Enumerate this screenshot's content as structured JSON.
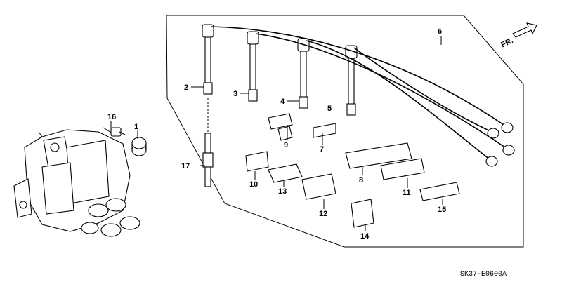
{
  "callouts": {
    "c1": "1",
    "c2": "2",
    "c3": "3",
    "c4": "4",
    "c5": "5",
    "c6": "6",
    "c7": "7",
    "c8": "8",
    "c9": "9",
    "c10": "10",
    "c11": "11",
    "c12": "12",
    "c13": "13",
    "c14": "14",
    "c15": "15",
    "c16": "16",
    "c17": "17"
  },
  "direction_label": "FR.",
  "diagram_code": "SK37-E0600A",
  "colors": {
    "line": "#000000",
    "background": "#ffffff"
  }
}
